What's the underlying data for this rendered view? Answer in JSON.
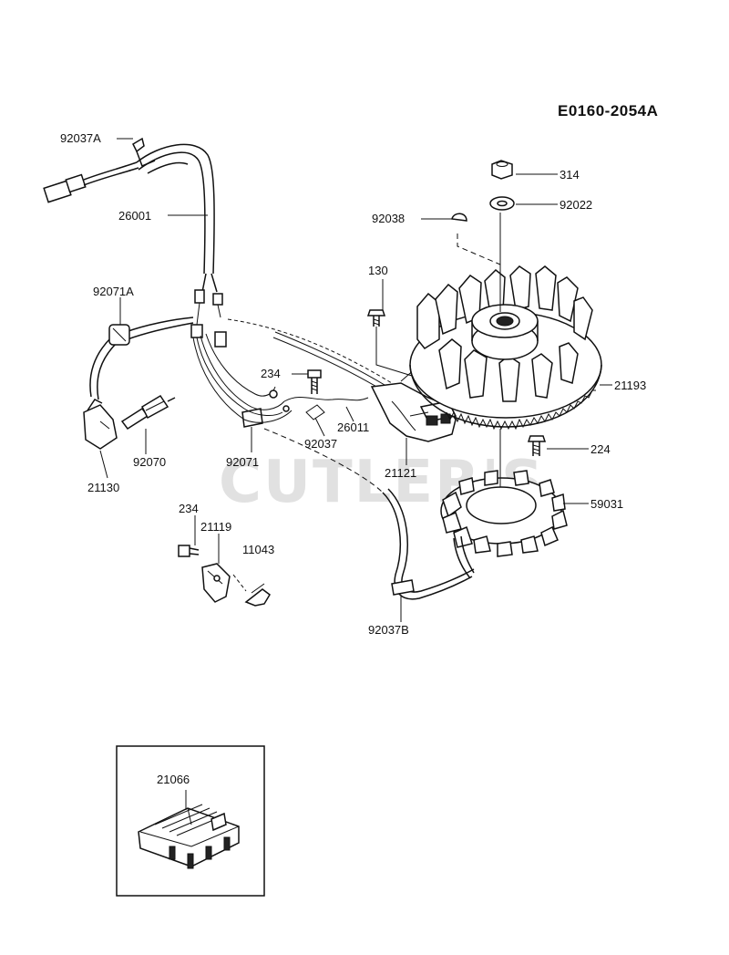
{
  "diagram_code": "E0160-2054A",
  "watermark": "CUTLER'S",
  "parts": [
    {
      "id": "p_92037A",
      "label": "92037A"
    },
    {
      "id": "p_26001",
      "label": "26001"
    },
    {
      "id": "p_92071A",
      "label": "92071A"
    },
    {
      "id": "p_92070",
      "label": "92070"
    },
    {
      "id": "p_21130",
      "label": "21130"
    },
    {
      "id": "p_92071",
      "label": "92071"
    },
    {
      "id": "p_234a",
      "label": "234"
    },
    {
      "id": "p_92037",
      "label": "92037"
    },
    {
      "id": "p_26011",
      "label": "26011"
    },
    {
      "id": "p_21121",
      "label": "21121"
    },
    {
      "id": "p_130",
      "label": "130"
    },
    {
      "id": "p_92038",
      "label": "92038"
    },
    {
      "id": "p_314",
      "label": "314"
    },
    {
      "id": "p_92022",
      "label": "92022"
    },
    {
      "id": "p_21193",
      "label": "21193"
    },
    {
      "id": "p_224",
      "label": "224"
    },
    {
      "id": "p_59031",
      "label": "59031"
    },
    {
      "id": "p_234b",
      "label": "234"
    },
    {
      "id": "p_21119",
      "label": "21119"
    },
    {
      "id": "p_11043",
      "label": "11043"
    },
    {
      "id": "p_92037B",
      "label": "92037B"
    },
    {
      "id": "p_21066",
      "label": "21066"
    }
  ]
}
